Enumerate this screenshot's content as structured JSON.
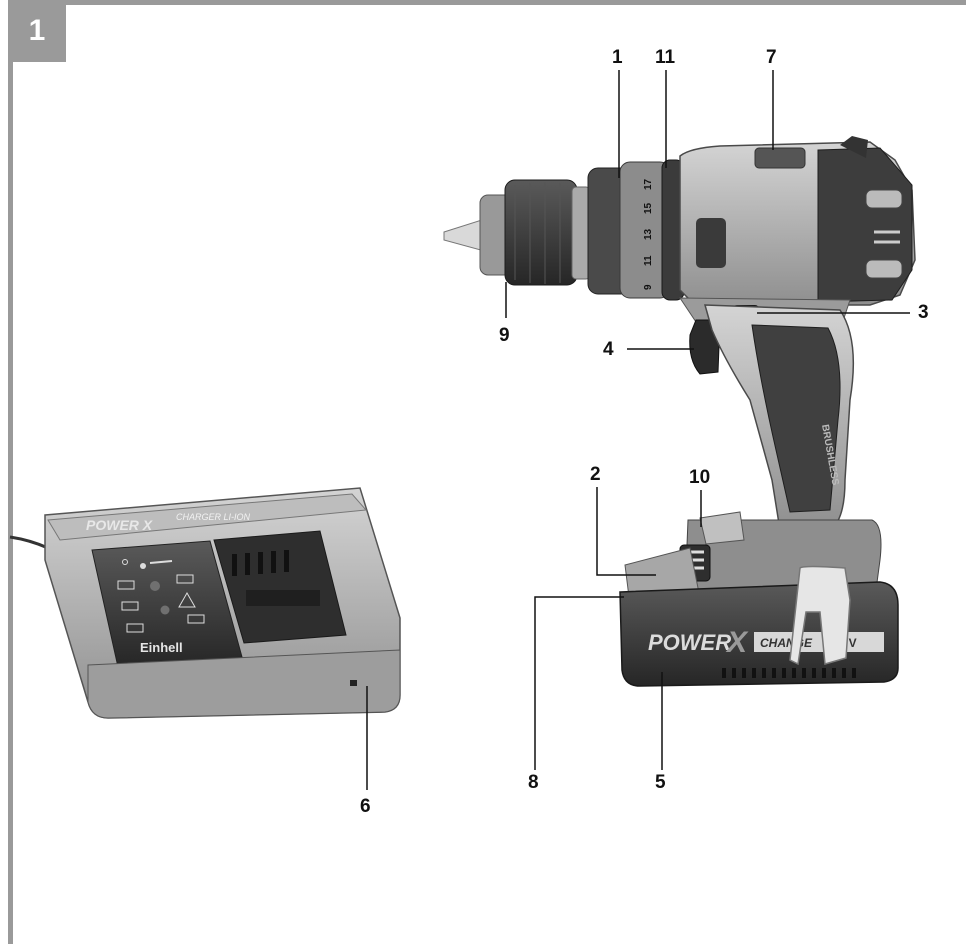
{
  "figure": {
    "number": "1"
  },
  "charger": {
    "brand_strip": "POWER X",
    "model_strip": "CHARGER LI-ION",
    "logo": "Einhell"
  },
  "battery": {
    "brand": "POWER",
    "brand_x": "X",
    "change": "CHANGE",
    "voltage": "18 V"
  },
  "drill": {
    "torque_scale": [
      "9",
      "11",
      "13",
      "15",
      "17"
    ],
    "side_text": "BRUSHLESS"
  },
  "callouts": {
    "c1": "1",
    "c2": "2",
    "c3": "3",
    "c4": "4",
    "c5": "5",
    "c6": "6",
    "c7": "7",
    "c8": "8",
    "c9": "9",
    "c10": "10",
    "c11": "11"
  },
  "colors": {
    "frame": "#9a9a9a",
    "body_dark": "#3c3c3c",
    "body_mid": "#8e8e8e",
    "body_light": "#c6c6c6"
  }
}
